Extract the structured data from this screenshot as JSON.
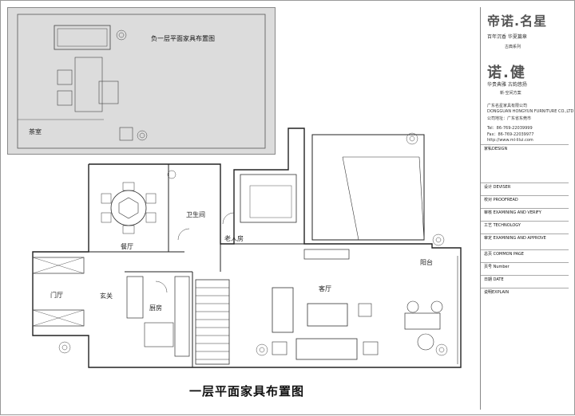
{
  "drawing": {
    "main_title": "一层平面家具布置图",
    "inset_title": "负一层平面家具布置图"
  },
  "rooms": {
    "tea_room": "茶室",
    "bathroom": "卫生间",
    "elder_room": "老人房",
    "dining": "餐厅",
    "foyer": "门厅",
    "entrance": "玄关",
    "kitchen": "厨房",
    "living": "客厅",
    "balcony": "阳台"
  },
  "title_block": {
    "brand_top": "帝诺.名星",
    "slogan_top": "百年沉香 华夏篇章",
    "series": "古典系列",
    "brand_mid": "诺.健",
    "slogan_mid": "华贵典雅 古韵悠扬",
    "sub_mid": "新·空间方案",
    "company_cn": "广东名星家具有限公司",
    "company_en": "DONGGUAN HONGYUN FURNITURE CO.,LTD",
    "address": "公司地址：广东省东莞市",
    "phone": "Tel：86-769-22039999",
    "fax": "Fax：86-769-22039977",
    "web": "http://www.ml-lilui.com",
    "rows": [
      "家私DESIGN",
      "设计 DEVISER",
      "校对 PROOFREAD",
      "审核 EXAMINING AND VERIFY",
      "工艺 TECHNOLOGY",
      "审定 EXAMINING AND APPROVE",
      "总页 COMMON PAGE",
      "页号 Number",
      "日期 DATE",
      "说明EXPLAIN"
    ]
  }
}
